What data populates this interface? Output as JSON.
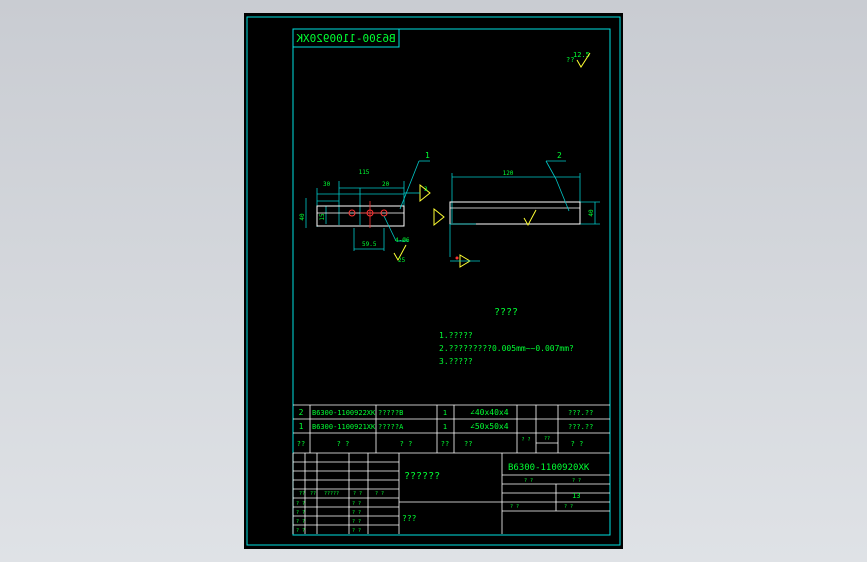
{
  "drawing": {
    "number_mirrored": "B6300-1100920XK",
    "roughness_top": "12.5",
    "roughness_top_prefix": "??",
    "notes_title": "????",
    "notes": [
      "1.?????",
      "2.?????????0.005mm~~0.007mm?",
      "3.?????"
    ],
    "part1": {
      "balloon": "1",
      "dim_overall": "115",
      "dim_left": "30",
      "dim_mid": "20",
      "dim_height": "40",
      "dim_inner": "15",
      "dim_bottom": "59.5",
      "dim_hole": "4-Ø6",
      "roughness": "25",
      "roughness_side": "3"
    },
    "part2": {
      "balloon": "2",
      "dim_length": "120",
      "dim_height": "40"
    }
  },
  "bom": {
    "rows": [
      [
        "2",
        "B6300-1100922XK",
        "?????B",
        "1",
        "∠40x40x4",
        "",
        "",
        "???.??"
      ],
      [
        "1",
        "B6300-1100921XK",
        "?????A",
        "1",
        "∠50x50x4",
        "",
        "",
        "???.??"
      ]
    ],
    "header": [
      "??",
      "?  ?",
      "?  ?",
      "??",
      "??",
      "?  ?",
      "??",
      "?  ?"
    ]
  },
  "title_block": {
    "drawing_number": "B6300-1100920XK",
    "name": "??????",
    "weight_label": "?  ?",
    "scale_label": "?  ?",
    "sheet_count": "13",
    "sheet_of_left": "?   ?",
    "sheet_of_right": "?   ?",
    "company": "???",
    "rev_labels": [
      "??",
      "??",
      "?????",
      "?  ?",
      "?   ?"
    ],
    "sign_rows": [
      "? ?",
      "? ?",
      "? ?",
      "? ?"
    ],
    "sign_right": [
      "? ?",
      "? ?",
      "? ?",
      "? ?"
    ]
  },
  "colors": {
    "frame": "#00e1e1",
    "text": "#00ff33",
    "line": "#ffffff",
    "dim": "#00c8c8",
    "symbol": "#ffff33",
    "accent": "#ff3333"
  }
}
